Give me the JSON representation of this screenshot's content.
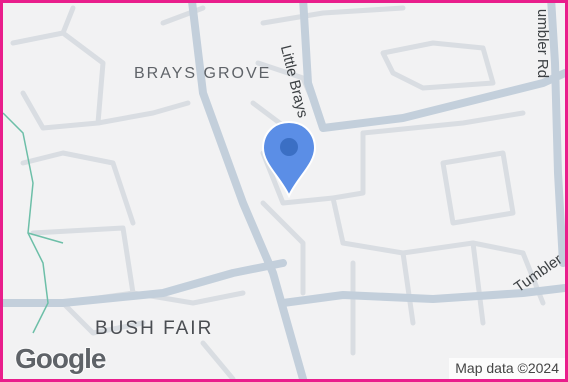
{
  "map": {
    "areas": [
      {
        "name": "BRAYS GROVE"
      },
      {
        "name": "BUSH FAIR"
      }
    ],
    "streets": [
      {
        "name": "Little Brays"
      },
      {
        "name": "umbler Rd"
      },
      {
        "name": "Tumbler"
      }
    ],
    "attribution": "Map data ©2024",
    "logo_text": "Google",
    "marker": {
      "icon": "location-pin-icon",
      "color": "#4285f4"
    },
    "colors": {
      "land": "#f2f2f3",
      "road_major": "#b8c7d6",
      "road_minor": "#d9dde2",
      "frame_border": "#e91e8c",
      "trail": "#4caf9a"
    }
  }
}
